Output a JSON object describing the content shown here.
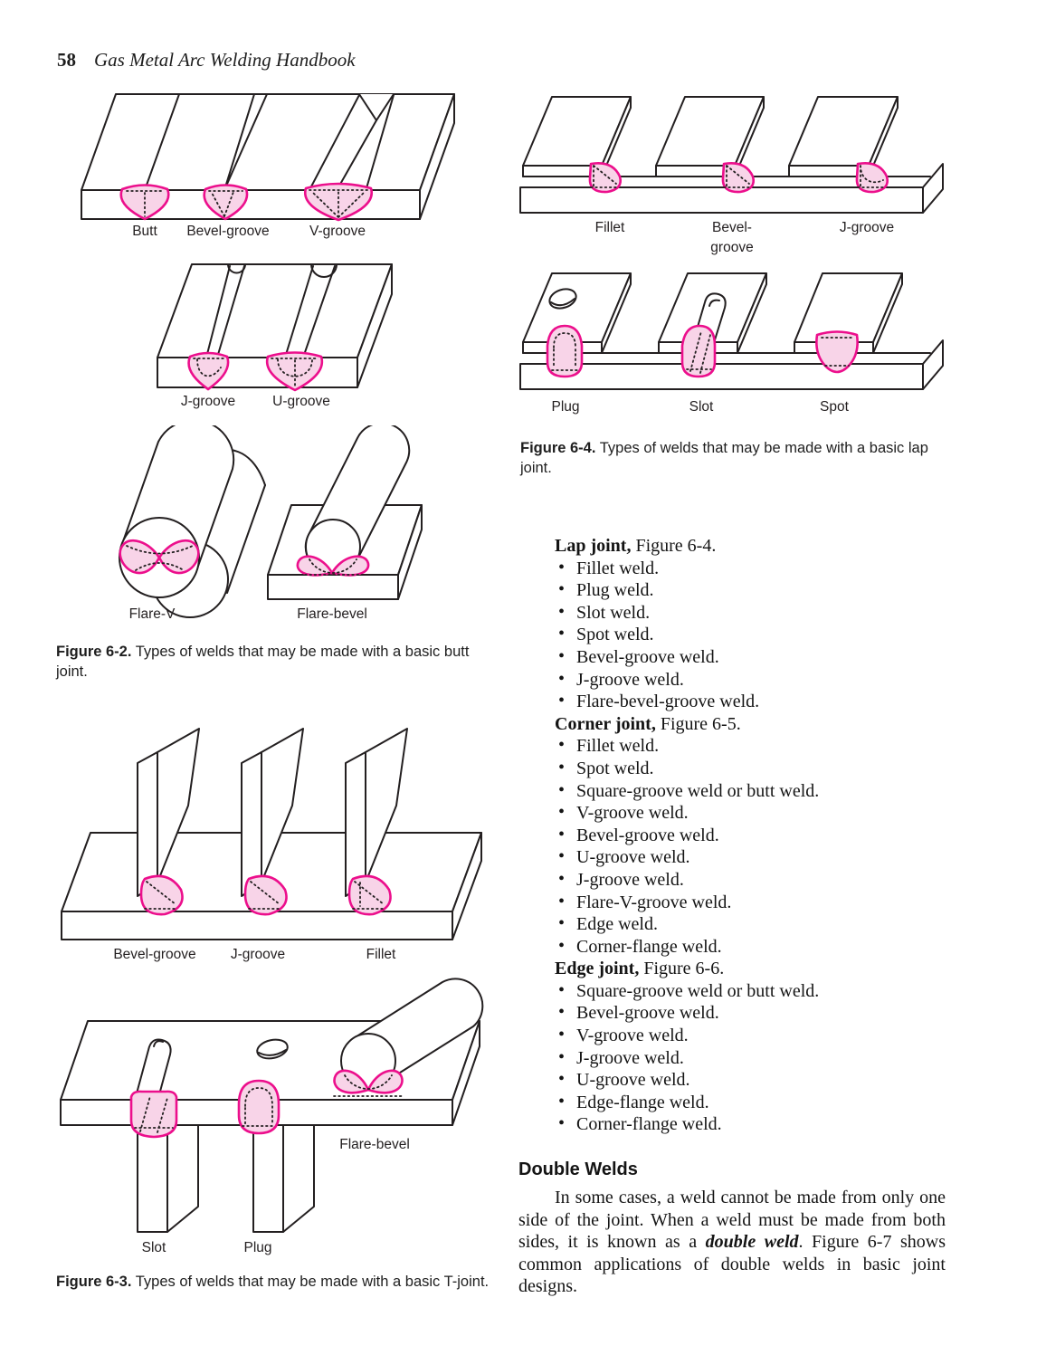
{
  "bullet": "•",
  "header": {
    "page_number": "58",
    "book_title": "Gas Metal Arc Welding Handbook"
  },
  "colors": {
    "weld_stroke": "#ec0f8c",
    "weld_fill": "#f8d4e8",
    "line": "#231f20"
  },
  "figures": {
    "fig62": {
      "row1": [
        "Butt",
        "Bevel-groove",
        "V-groove"
      ],
      "row2": [
        "J-groove",
        "U-groove"
      ],
      "row3": [
        "Flare-V",
        "Flare-bevel"
      ],
      "caption_bold": "Figure 6-2.",
      "caption_text": " Types of welds that may be made with a basic butt joint."
    },
    "fig63": {
      "row1": [
        "Bevel-groove",
        "J-groove",
        "Fillet"
      ],
      "row2": [
        "Slot",
        "Plug",
        "Flare-bevel"
      ],
      "caption_bold": "Figure 6-3.",
      "caption_text": " Types of welds that may be made with a basic T-joint."
    },
    "fig64": {
      "row1": [
        "Fillet",
        "Bevel-",
        "groove",
        "J-groove"
      ],
      "row2": [
        "Plug",
        "Slot",
        "Spot"
      ],
      "caption_bold": "Figure 6-4.",
      "caption_text": " Types of welds that may be made with a basic lap joint."
    }
  },
  "lists": {
    "lap": {
      "header_bold": "Lap joint,",
      "header_rest": " Figure 6-4.",
      "items": [
        "Fillet weld.",
        "Plug weld.",
        "Slot weld.",
        "Spot weld.",
        "Bevel-groove weld.",
        "J-groove weld.",
        "Flare-bevel-groove weld."
      ]
    },
    "corner": {
      "header_bold": "Corner joint,",
      "header_rest": " Figure 6-5.",
      "items": [
        "Fillet weld.",
        "Spot weld.",
        "Square-groove weld or butt weld.",
        "V-groove weld.",
        "Bevel-groove weld.",
        "U-groove weld.",
        "J-groove weld.",
        "Flare-V-groove weld.",
        "Edge weld.",
        "Corner-flange weld."
      ]
    },
    "edge": {
      "header_bold": "Edge joint,",
      "header_rest": " Figure 6-6.",
      "items": [
        "Square-groove weld or butt weld.",
        "Bevel-groove weld.",
        "V-groove weld.",
        "J-groove weld.",
        "U-groove weld.",
        "Edge-flange weld.",
        "Corner-flange weld."
      ]
    }
  },
  "section": {
    "heading": "Double Welds",
    "para_before": "In some cases, a weld cannot be made from only one side of the joint. When a weld must be made from both sides, it is known as a ",
    "para_emph": "double weld",
    "para_after": ". Figure 6-7 shows common applications of double welds in basic joint designs."
  }
}
